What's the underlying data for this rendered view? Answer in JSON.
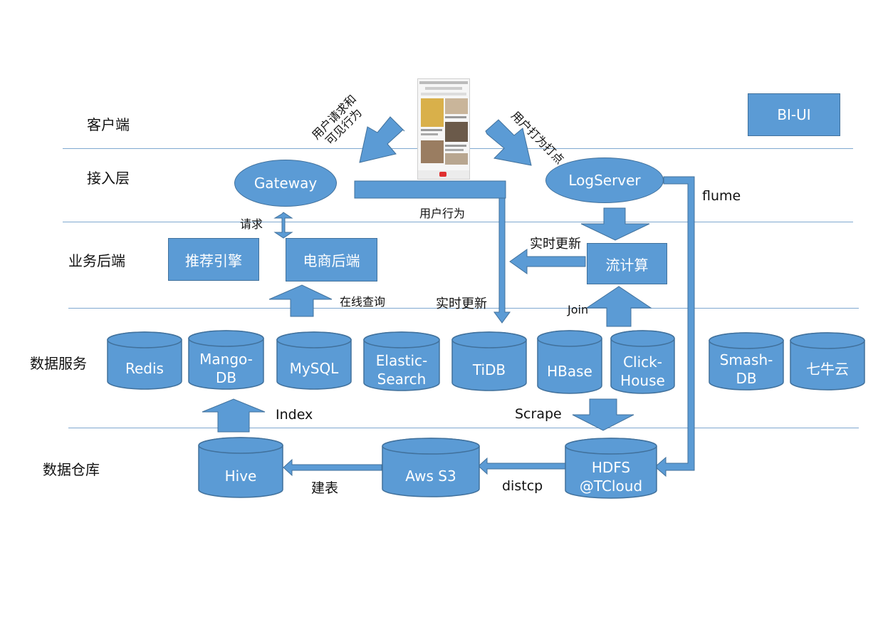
{
  "layers": {
    "client": "客户端",
    "access": "接入层",
    "business": "业务后端",
    "data_service": "数据服务",
    "data_warehouse": "数据仓库"
  },
  "nodes": {
    "bi_ui": "BI-UI",
    "gateway": "Gateway",
    "logserver": "LogServer",
    "recommend_engine": "推荐引擎",
    "ecommerce_backend": "电商后端",
    "stream_compute": "流计算"
  },
  "datastores": {
    "redis": "Redis",
    "mongodb": "Mango-\nDB",
    "mysql": "MySQL",
    "elasticsearch": "Elastic-\nSearch",
    "tidb": "TiDB",
    "hbase": "HBase",
    "clickhouse": "Click-\nHouse",
    "smashdb": "Smash-\nDB",
    "qiniu": "七牛云",
    "hive": "Hive",
    "aws_s3": "Aws S3",
    "hdfs": "HDFS\n@TCloud"
  },
  "edge_labels": {
    "user_request": "用户请求和\n可见行为",
    "user_tracking": "用户打为打点",
    "user_behavior": "用户行为",
    "flume": "flume",
    "request": "请求",
    "realtime_update_top": "实时更新",
    "realtime_update_tidb": "实时更新",
    "online_query": "在线查询",
    "join": "Join",
    "index": "Index",
    "scrape": "Scrape",
    "create_table": "建表",
    "distcp": "distcp"
  },
  "colors": {
    "fill": "#5b9bd5",
    "stroke": "#41719c",
    "divider": "#7fa8d0"
  }
}
